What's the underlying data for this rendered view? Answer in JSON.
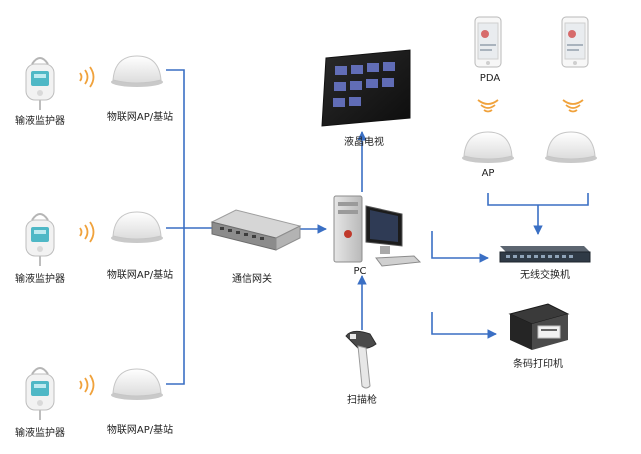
{
  "labels": {
    "monitor_1": "输液监护器",
    "monitor_2": "输液监护器",
    "monitor_3": "输液监护器",
    "base_station_1": "物联网AP/基站",
    "base_station_2": "物联网AP/基站",
    "base_station_3": "物联网AP/基站",
    "gateway": "通信网关",
    "tv": "液晶电视",
    "pc": "PC",
    "scanner": "扫描枪",
    "pda": "PDA",
    "ap": "AP",
    "wireless_switch": "无线交换机",
    "barcode_printer": "条码打印机"
  },
  "colors": {
    "link_line": "#3a6fc4",
    "wifi_wave": "#f0a23c",
    "device_white": "#f4f4f4",
    "device_shadow": "#c8c8c8",
    "screen_teal": "#4fb8c6"
  },
  "icons": {
    "monitor": "infusion-monitor-icon",
    "base_station": "access-point-icon",
    "gateway": "network-switch-icon",
    "tv": "lcd-tv-icon",
    "pc": "desktop-pc-icon",
    "scanner": "barcode-scanner-icon",
    "pda": "smartphone-icon",
    "switch": "rack-switch-icon",
    "printer": "label-printer-icon"
  }
}
